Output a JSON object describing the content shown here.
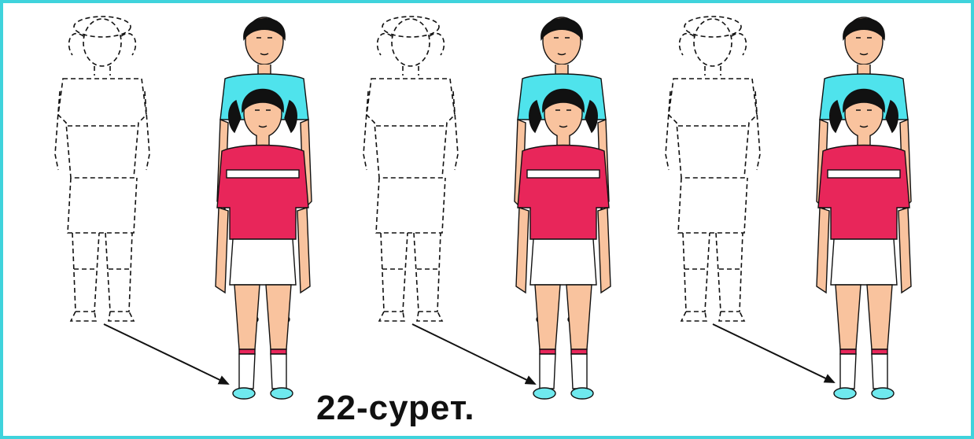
{
  "figure": {
    "caption": "22-сурет.",
    "panel_count": 3
  },
  "colors": {
    "border": "#3fd3dc",
    "boy_shirt": "#4fe3ec",
    "girl_shirt": "#e8265a",
    "shirt_stripe": "#ffffff",
    "skin": "#f9c39e",
    "hair": "#111111",
    "shoes": "#6fe9ee",
    "sock_band": "#e8265a",
    "outline": "#111111"
  },
  "icons": [
    "dashed-girl-outline",
    "boy-figure",
    "girl-figure",
    "arrow-icon"
  ]
}
